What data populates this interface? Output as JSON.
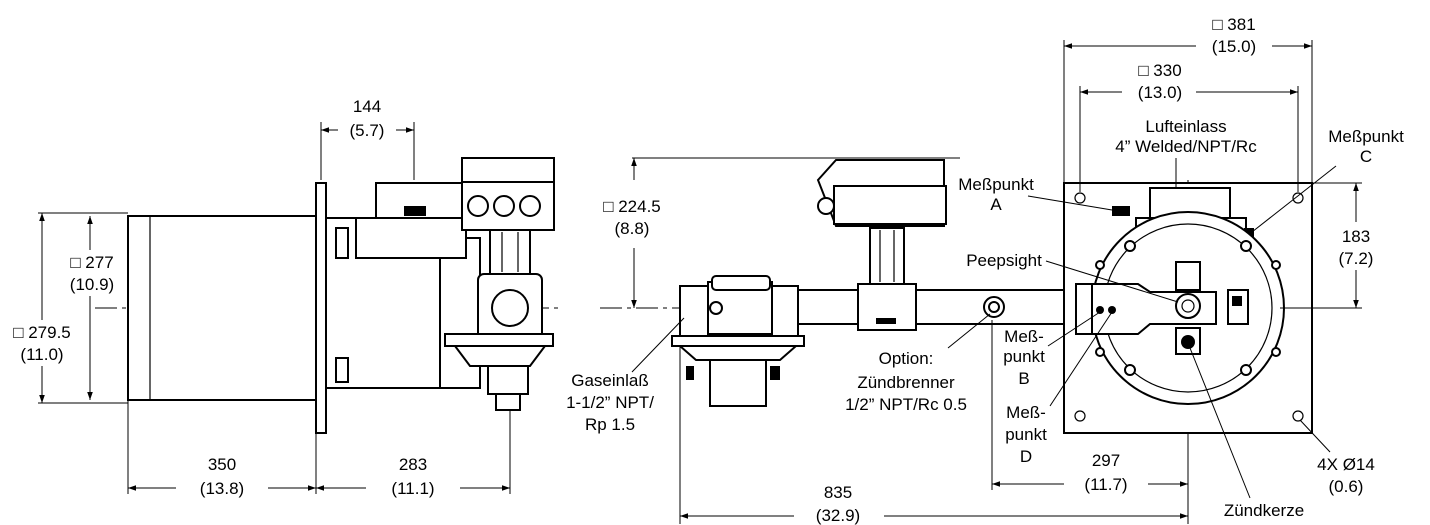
{
  "side_view": {
    "dim_width_flange": "144",
    "dim_width_flange_in": "(5.7)",
    "dim_height_outer": "□ 279.5",
    "dim_height_outer_in": "(11.0)",
    "dim_height_tube": "□ 277",
    "dim_height_tube_in": "(10.9)",
    "dim_tube_length": "350",
    "dim_tube_length_in": "(13.8)",
    "dim_body_length": "283",
    "dim_body_length_in": "(11.1)"
  },
  "front_view": {
    "dim_actuator_height": "□ 224.5",
    "dim_actuator_height_in": "(8.8)",
    "dim_plate": "□ 381",
    "dim_plate_in": "(15.0)",
    "dim_bolt_square": "□ 330",
    "dim_bolt_square_in": "(13.0)",
    "dim_vertical_offset": "183",
    "dim_vertical_offset_in": "(7.2)",
    "dim_offset_297": "297",
    "dim_offset_297_in": "(11.7)",
    "dim_overall": "835",
    "dim_overall_in": "(32.9)",
    "air_inlet_line1": "Lufteinlass",
    "air_inlet_line2": "4” Welded/NPT/Rc",
    "measure_a_line1": "Meßpunkt",
    "measure_a_line2": "A",
    "measure_c_line1": "Meßpunkt",
    "measure_c_line2": "C",
    "peepsight": "Peepsight",
    "measure_b_line1": "Meß-",
    "measure_b_line2": "punkt",
    "measure_b_line3": "B",
    "measure_d_line1": "Meß-",
    "measure_d_line2": "punkt",
    "measure_d_line3": "D",
    "gas_inlet_line1": "Gaseinlaß",
    "gas_inlet_line2": "1-1/2” NPT/",
    "gas_inlet_line3": "Rp 1.5",
    "option_line1": "Option:",
    "option_line2": "Zündbrenner",
    "option_line3": "1/2” NPT/Rc 0.5",
    "holes_line1": "4X Ø14",
    "holes_line2": "(0.6)",
    "spark_plug": "Zündkerze"
  }
}
